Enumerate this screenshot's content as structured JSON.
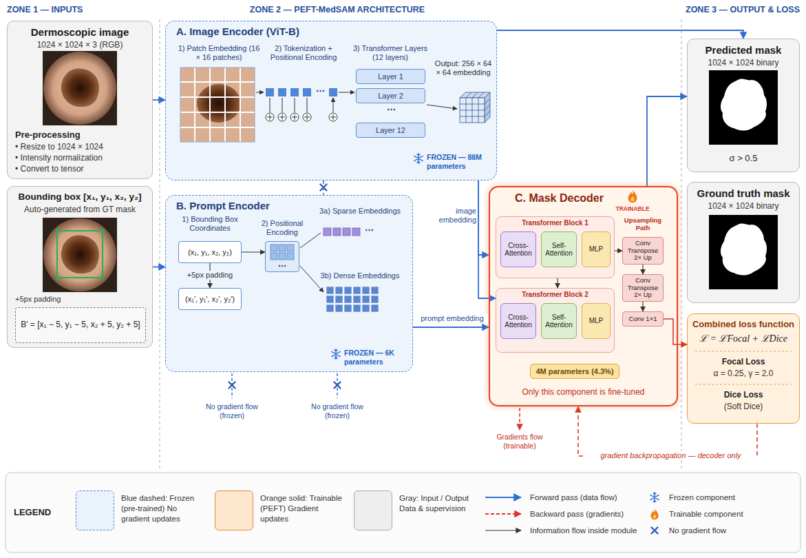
{
  "diagram": {
    "nodes": [
      {
        "text": [
          "Dermoscopic image",
          "1024 × 1024 × 3 (RGB)",
          "Pre-processing",
          "• Resize to 1024 × 1024",
          "• Intensity normalization",
          "• Convert to tensor"
        ]
      },
      {
        "text": [
          "Bounding box [x₁, y₁, x₂, y₂]",
          "Auto-generated from GT mask",
          "+5px padding"
        ]
      },
      {
        "text": [
          "B′ = [x₁ − 5, y₁ − 5, x₂ + 5, y₂ + 5]"
        ],
        "in": 1
      },
      {
        "text": [
          "A. Image Encoder (ViT-B)",
          "1) Patch Embedding (16 × 16 patches)",
          "2) Tokenization + Positional Encoding",
          "⋯",
          "3) Transformer Layers (12 layers)",
          "⋯",
          "Output: 256 × 64 × 64 embedding",
          "FROZEN — 88M parameters"
        ]
      },
      {
        "text": [
          "Layer 1"
        ],
        "in": 3
      },
      {
        "text": [
          "Layer 2"
        ],
        "in": 3
      },
      {
        "text": [
          "Layer 12"
        ],
        "in": 3
      },
      {
        "text": [
          "B. Prompt Encoder",
          "1) Bounding Box Coordinates",
          "2) Positional Encoding",
          "3a) Sparse Embeddings",
          "⋯",
          "3b) Dense Embeddings",
          "FROZEN — 6K parameters"
        ]
      },
      {
        "text": [
          "(x₁, y₁, x₂, y₂)"
        ],
        "in": 7
      },
      {
        "text": [
          "(x₁′, y₁′, x₂′, y₂′)"
        ],
        "in": 7
      },
      {
        "text": [
          "⋯"
        ],
        "in": 7
      },
      {
        "text": [
          "C. Mask Decoder",
          "TRAINABLE",
          "Upsampling Path",
          "Only this component is fine-tuned"
        ]
      },
      {
        "text": [
          "Transformer Block 1"
        ],
        "in": 11
      },
      {
        "text": [
          "Cross-Attention"
        ],
        "in": 12
      },
      {
        "text": [
          "Self-Attention"
        ],
        "in": 12
      },
      {
        "text": [
          "MLP"
        ],
        "in": 12
      },
      {
        "text": [
          "Transformer Block 2"
        ],
        "in": 11
      },
      {
        "text": [
          "Cross-Attention"
        ],
        "in": 16
      },
      {
        "text": [
          "Self-Attention"
        ],
        "in": 16
      },
      {
        "text": [
          "MLP"
        ],
        "in": 16
      },
      {
        "text": [
          "Conv Transpose 2× Up"
        ],
        "in": 11
      },
      {
        "text": [
          "Conv Transpose 2× Up"
        ],
        "in": 11
      },
      {
        "text": [
          "Conv 1×1"
        ],
        "in": 11
      },
      {
        "text": [
          "4M parameters (4.3%)"
        ],
        "in": 11
      },
      {
        "text": [
          "Predicted mask",
          "1024 × 1024 binary",
          "σ > 0.5"
        ]
      },
      {
        "text": [
          "Ground truth mask",
          "1024 × 1024 binary"
        ]
      },
      {
        "text": [
          "Combined loss function",
          "ℒ = ℒFocal + ℒDice",
          "Focal Loss",
          "α = 0.25, γ = 2.0",
          "Dice Loss",
          "(Soft Dice)"
        ]
      }
    ],
    "edges": [
      {
        "from": 0,
        "to": 3,
        "arrow": "to"
      },
      {
        "from": 1,
        "to": 7,
        "arrow": "to"
      },
      {
        "from": 3,
        "to": 7,
        "arrow": "none"
      },
      {
        "from": 3,
        "to": 11,
        "label": "image embedding",
        "arrow": "to"
      },
      {
        "from": 3,
        "to": 16,
        "arrow": "to"
      },
      {
        "from": 7,
        "to": 11,
        "label": "prompt embedding",
        "arrow": "to"
      },
      {
        "from": 3,
        "to": 24,
        "arrow": "to"
      },
      {
        "from": 11,
        "to": 24,
        "arrow": "to"
      },
      {
        "from": 22,
        "to": 26,
        "arrow": "to"
      },
      {
        "from": 26,
        "to": 11,
        "label": "gradient backpropagation — decoder only",
        "arrow": "to"
      },
      {
        "from": 13,
        "to": 14,
        "arrow": "to"
      },
      {
        "from": 14,
        "to": 15,
        "arrow": "to"
      },
      {
        "from": 17,
        "to": 18,
        "arrow": "to"
      },
      {
        "from": 18,
        "to": 19,
        "arrow": "to"
      },
      {
        "from": 12,
        "to": 16,
        "arrow": "to"
      },
      {
        "from": 12,
        "to": 20,
        "arrow": "to"
      },
      {
        "from": 20,
        "to": 21,
        "arrow": "to"
      },
      {
        "from": 21,
        "to": 22,
        "arrow": "to"
      },
      {
        "from": 8,
        "to": 9,
        "label": "+5px padding",
        "arrow": "to"
      },
      {
        "from": 8,
        "to": 10,
        "arrow": "to"
      }
    ],
    "labels": [
      "ZONE 1 — INPUTS",
      "ZONE 2 — PEFT-MedSAM ARCHITECTURE",
      "ZONE 3 — OUTPUT & LOSS",
      "No gradient flow (frozen)",
      "No gradient flow (frozen)",
      "Gradients flow (trainable)",
      "LEGEND"
    ],
    "legend": [
      {
        "text": "Blue dashed: Frozen (pre-trained) No gradient updates",
        "color": "#eaf2fc"
      },
      {
        "text": "Orange solid: Trainable (PEFT) Gradient updates",
        "color": "#fde8cf"
      },
      {
        "text": "Gray: Input / Output Data & supervision",
        "color": "#eeeeee"
      },
      {
        "text": "Forward pass (data flow)"
      },
      {
        "text": "Backward pass (gradients)"
      },
      {
        "text": "Information flow inside module"
      },
      {
        "text": "Frozen component"
      },
      {
        "text": "Trainable component"
      },
      {
        "text": "No gradient flow"
      }
    ]
  }
}
